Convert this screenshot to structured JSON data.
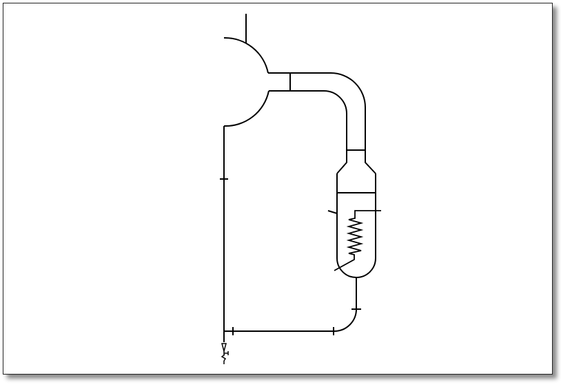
{
  "diagram": {
    "type": "apparatus schematic",
    "components": [
      "inlet-pipe",
      "spherical-vessel",
      "connecting-tube",
      "heater-flask",
      "heating-coil",
      "return-line",
      "drain-valve"
    ],
    "stroke_color": "#000000"
  }
}
